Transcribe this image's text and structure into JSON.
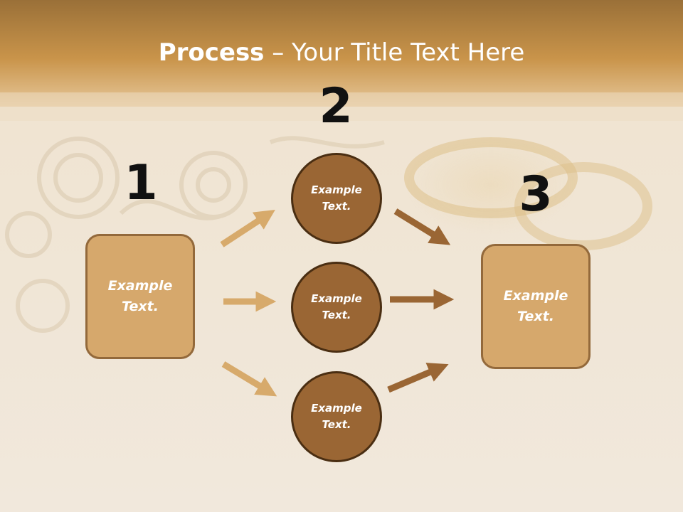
{
  "title": {
    "bold": "Process",
    "rest": " – Your Title Text Here"
  },
  "steps": {
    "one": "1",
    "two": "2",
    "three": "3"
  },
  "box_left": {
    "line1": "Example",
    "line2": "Text."
  },
  "box_right": {
    "line1": "Example",
    "line2": "Text."
  },
  "circles": [
    {
      "line1": "Example",
      "line2": "Text."
    },
    {
      "line1": "Example",
      "line2": "Text."
    },
    {
      "line1": "Example",
      "line2": "Text."
    }
  ],
  "colors": {
    "header_band": "#b98a48",
    "background": "#f2e9da",
    "box_fill": "#d6a86c",
    "box_border": "#93693b",
    "circle_fill": "#9a6634",
    "circle_border": "#4a2e12",
    "arrow_light": "#d7aa6b",
    "arrow_dark": "#9a6634"
  }
}
